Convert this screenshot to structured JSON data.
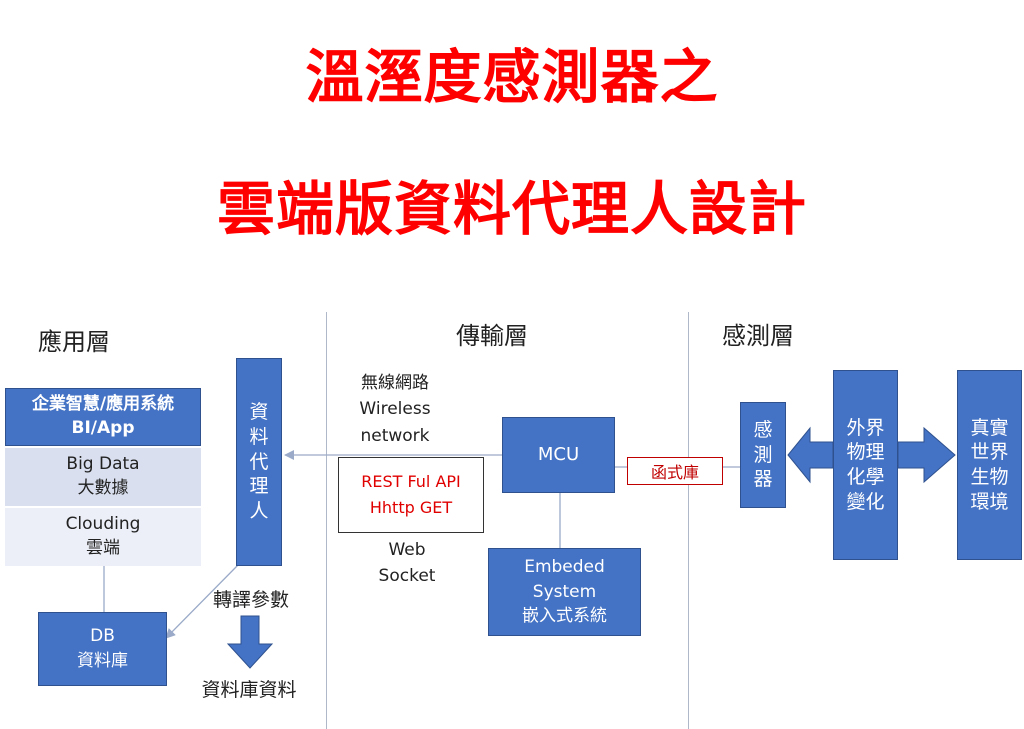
{
  "title": {
    "line1": "溫溼度感測器之",
    "line2": "雲端版資料代理人設計"
  },
  "layers": {
    "app": "應用層",
    "transport": "傳輸層",
    "sensing": "感測層"
  },
  "app_stack": {
    "row1_line1": "企業智慧/應用系統",
    "row1_line2": "BI/App",
    "row2_line1": "Big Data",
    "row2_line2": "大數據",
    "row3_line1": "Clouding",
    "row3_line2": "雲端"
  },
  "db": {
    "line1": "DB",
    "line2": "資料庫"
  },
  "agent": [
    "資",
    "料",
    "代",
    "理",
    "人"
  ],
  "translate_label": "轉譯參數",
  "db_data_label": "資料庫資料",
  "wireless": {
    "line1": "無線網路",
    "line2": "Wireless",
    "line3": "network"
  },
  "rest": {
    "line1": "REST Ful API",
    "line2": "Hhttp GET"
  },
  "websocket": {
    "line1": "Web",
    "line2": "Socket"
  },
  "mcu": "MCU",
  "embedded": {
    "line1": "Embeded",
    "line2": "System",
    "line3": "嵌入式系統"
  },
  "library": "函式庫",
  "sensor": [
    "感",
    "測",
    "器"
  ],
  "external": [
    "外界",
    "物理",
    "化學",
    "變化"
  ],
  "real_world": [
    "真實",
    "世界",
    "生物",
    "環境"
  ],
  "colors": {
    "title": "#ff0000",
    "box_blue": "#4472c4",
    "row_dark": "#4472c4",
    "row_mid": "#d9dfee",
    "row_light": "#eceff7",
    "arrow_blue": "#4472c4",
    "connector": "#9aaac8",
    "red_text": "#e00000"
  }
}
